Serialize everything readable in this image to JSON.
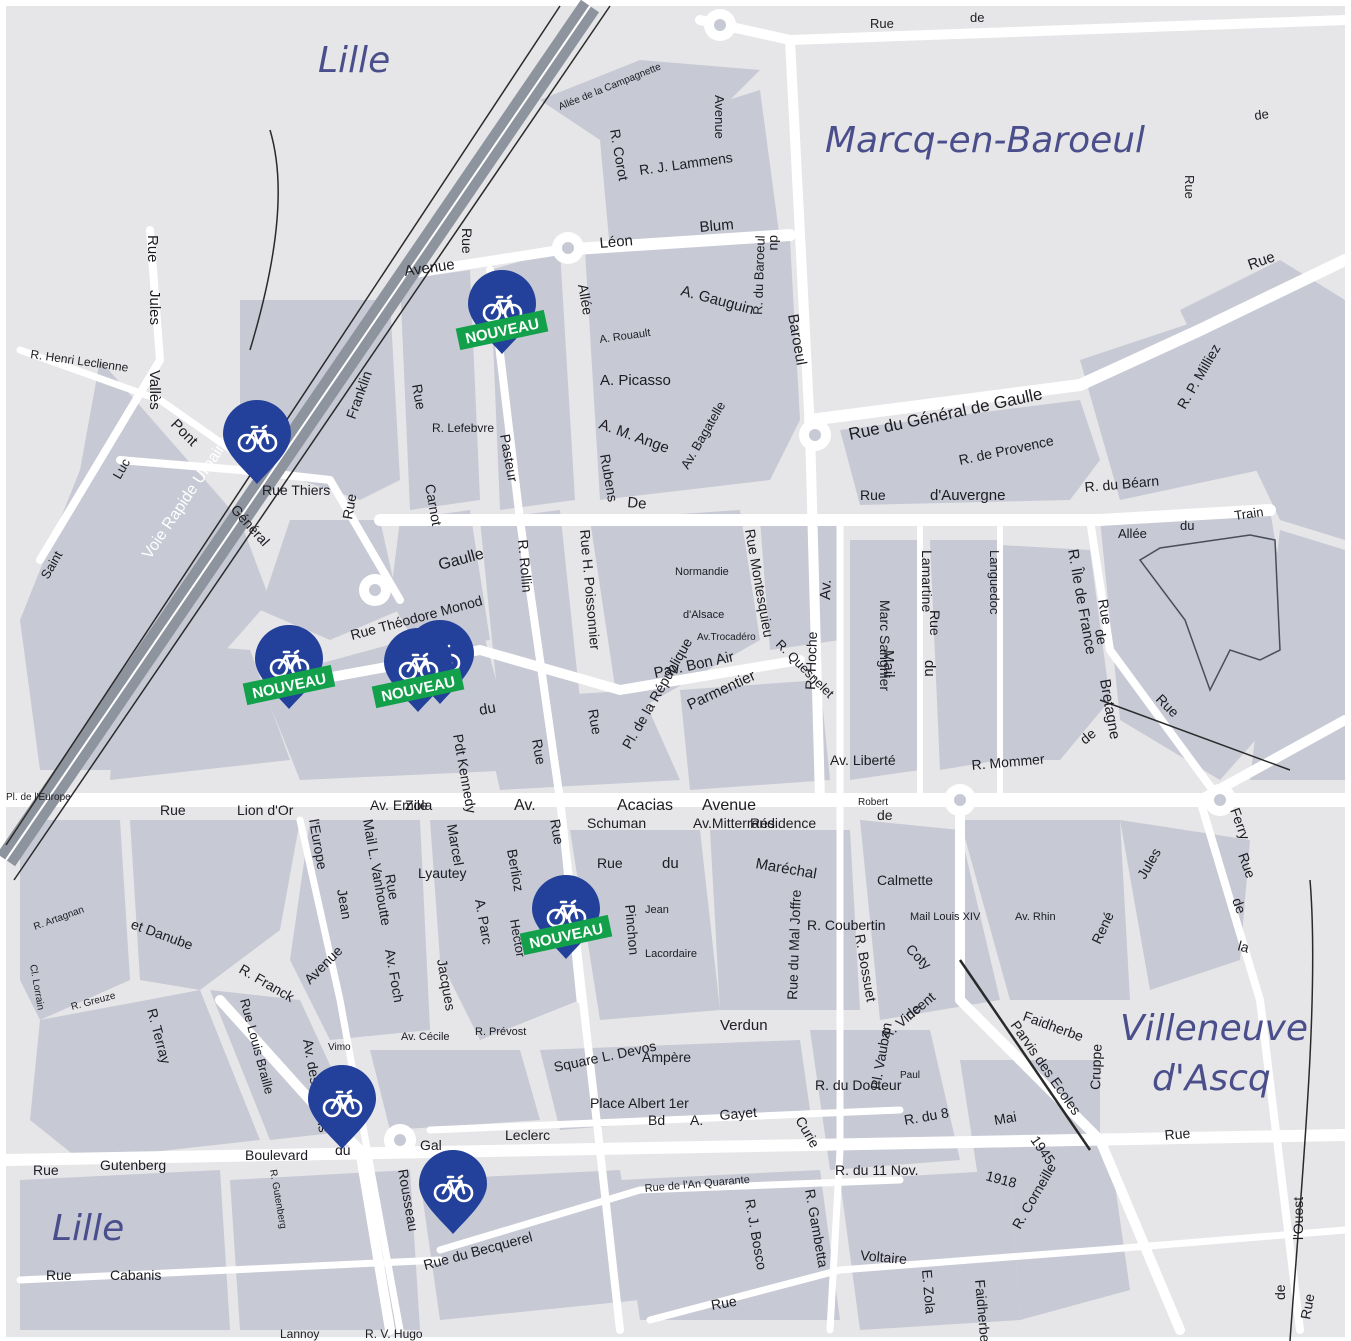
{
  "map": {
    "colors": {
      "background": "#e6e6e8",
      "block": "#c7c9d4",
      "road": "#ffffff",
      "rail": "#8e949d",
      "pin": "#23409a",
      "badge": "#12a04a",
      "city_label": "#4a4f8c"
    },
    "cities": [
      "Lille",
      "Marcq-en-Baroeul",
      "Villeneuve d'Ascq",
      "Lille"
    ],
    "rail_label": "Voie Rapide Urbaine",
    "pin_badge_label": "NOUVEAU",
    "pins": [
      {
        "icon": "bicycle-icon",
        "nouveau": true
      },
      {
        "icon": "bicycle-icon",
        "nouveau": false
      },
      {
        "icon": "bicycle-icon",
        "nouveau": true
      },
      {
        "icon": "bicycle-icon",
        "nouveau": false
      },
      {
        "icon": "bicycle-icon",
        "nouveau": true
      },
      {
        "icon": "bicycle-icon",
        "nouveau": true
      },
      {
        "icon": "bicycle-icon",
        "nouveau": false
      },
      {
        "icon": "bicycle-icon",
        "nouveau": false
      }
    ],
    "streets": [
      "Rue",
      "de",
      "de",
      "Rue",
      "Avenue",
      "Allée de la Campagnette",
      "R. Corot",
      "R. J. Lammens",
      "Léon",
      "Blum",
      "du",
      "Rue",
      "Avenue",
      "A. Gauguin",
      "Allée",
      "A. Rouault",
      "A. Picasso",
      "A. M. Ange",
      "Rubens",
      "Av. Bagatelle",
      "R. du Baroeul",
      "Baroeul",
      "Rue du Général de Gaulle",
      "R. de Provence",
      "Rue",
      "d'Auvergne",
      "R. du Béarn",
      "Allée",
      "du",
      "Train",
      "Rue",
      "R. P. Milliez",
      "Rue",
      "Jules",
      "Vallès",
      "R. Henri Leclienne",
      "Pont",
      "Luc",
      "Saint",
      "Rue Thiers",
      "Franklin",
      "Rue",
      "Carnot",
      "Rue",
      "Pasteur",
      "R. Lefebvre",
      "De",
      "Gaulle",
      "Général",
      "Rue Théodore Monod",
      "R. Rollin",
      "Rue H. Poissonnier",
      "Rue Montesquieu",
      "R. Quesnelet",
      "R. Hoche",
      "Av.",
      "Marc Sangnier",
      "Mail",
      "Lamartine",
      "Rue",
      "du",
      "Languedoc",
      "R. Île de France",
      "Rue",
      "de",
      "Bretagne",
      "Rue",
      "de",
      "Normandie",
      "d'Alsace",
      "Av.Trocadéro",
      "Pav. Bon Air",
      "Pl. de la République",
      "Parmentier",
      "du",
      "Pdt Kennedy",
      "Rue",
      "Rue",
      "Av. Liberté",
      "R. Mommer",
      "Pl. de l'Europe",
      "Rue",
      "Lion d'Or",
      "Av. Emile",
      "Zola",
      "Av.",
      "Acacias",
      "Avenue",
      "Robert",
      "Schuman",
      "Av.Mitterrand",
      "Résidence",
      "de",
      "l'Europe",
      "Mail L. Vanhoutte",
      "Rue",
      "Marcel",
      "Rue",
      "Rue",
      "du",
      "Maréchal",
      "Lyautey",
      "A. Parc",
      "Hector",
      "Berlioz",
      "Jean",
      "Jean",
      "R. Coubertin",
      "Calmette",
      "Mail Louis XIV",
      "Av. Rhin",
      "et Danube",
      "R. Franck",
      "Avenue",
      "Av. Foch",
      "Jacques",
      "Pinchon",
      "Lacordaire",
      "R. Bossuet",
      "Faidherbe",
      "R. Terray",
      "Rue Louis Braille",
      "Av. des Jardins",
      "Vimo",
      "Av. Cécile",
      "R. Prévost",
      "Square L. Devos",
      "Verdun",
      "Ampère",
      "Rue du Mal Joffre",
      "R. du Docteur",
      "Pl. Vauban",
      "R. Vincent",
      "de",
      "Paul",
      "Parvis des Ecoles",
      "Coty",
      "René",
      "Jules",
      "Ferry",
      "Rue",
      "de",
      "la",
      "Cruppe",
      "Rue",
      "Gutenberg",
      "Boulevard",
      "du",
      "Gal",
      "Leclerc",
      "Place Albert 1er",
      "Bd",
      "A.",
      "Gayet",
      "Curie",
      "R. du 8",
      "Mai",
      "1945",
      "R. du 11 Nov.",
      "1918",
      "R. Corneille",
      "Rue",
      "Rousseau",
      "Rue du Becquerel",
      "Rue de l'An Quarante",
      "R. J. Bosco",
      "R. Gambetta",
      "Voltaire",
      "Rue",
      "Cabanis",
      "Lannoy",
      "R. V. Hugo",
      "E. Zola",
      "Faidherbe",
      "de",
      "l'Ouest",
      "Rue",
      "Rue",
      "R. Artagnan",
      "R. Greuze",
      "Cl. Lorrain",
      "R. Gutenberg"
    ]
  }
}
